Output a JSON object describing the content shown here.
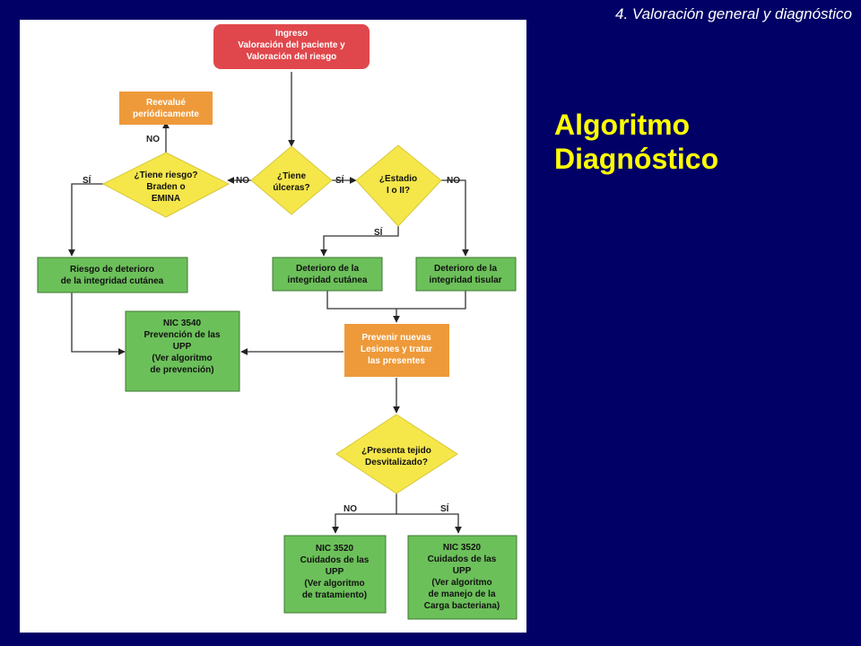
{
  "header": {
    "section_title": "4. Valoración general y diagnóstico"
  },
  "title": {
    "line1": "Algoritmo",
    "line2": "Diagnóstico"
  },
  "colors": {
    "background": "#000066",
    "red": "#e0474c",
    "orange": "#ee9a3a",
    "yellow": "#f5e64a",
    "green": "#6cc05a",
    "title": "#ffff00"
  },
  "flow": {
    "ingreso": [
      "Ingreso",
      "Valoración del paciente y",
      "Valoración del riesgo"
    ],
    "reevalue": [
      "Reevalué",
      "periódicamente"
    ],
    "tiene_riesgo": [
      "¿Tiene riesgo?",
      "Braden o",
      "EMINA"
    ],
    "tiene_ulceras": [
      "¿Tiene",
      "úlceras?"
    ],
    "estadio": [
      "¿Estadio",
      "I o II?"
    ],
    "riesgo_deterioro": [
      "Riesgo de deterioro",
      "de la integridad cutánea"
    ],
    "deterioro_cutanea": [
      "Deterioro de la",
      "integridad cutánea"
    ],
    "deterioro_tisular": [
      "Deterioro de la",
      "integridad tisular"
    ],
    "nic3540": [
      "NIC 3540",
      "Prevención de las",
      "UPP",
      "(Ver algoritmo",
      "de prevención)"
    ],
    "prevenir": [
      "Prevenir nuevas",
      "Lesiones y tratar",
      "las presentes"
    ],
    "tejido": [
      "¿Presenta tejido",
      "Desvitalizado?"
    ],
    "nic3520_a": [
      "NIC 3520",
      "Cuidados de las",
      "UPP",
      "(Ver algoritmo",
      "de tratamiento)"
    ],
    "nic3520_b": [
      "NIC 3520",
      "Cuidados de las",
      "UPP",
      "(Ver algoritmo",
      "de manejo de la",
      "Carga bacteriana)"
    ]
  },
  "labels": {
    "no": "NO",
    "si": "SÍ"
  }
}
